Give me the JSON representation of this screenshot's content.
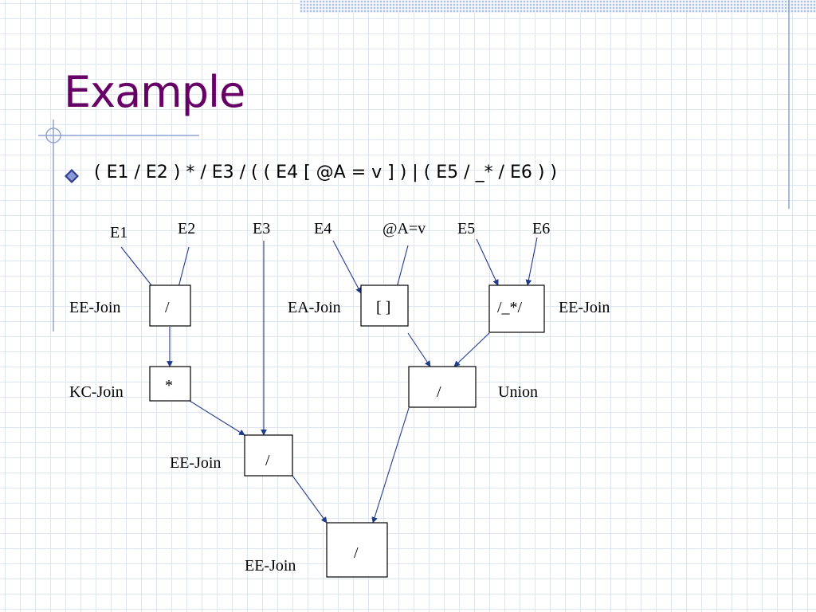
{
  "title": "Example",
  "bullet": "( E1 / E2 ) * / E3 / ( ( E4 [ @A = v ] ) | ( E5 / _* / E6 ) )",
  "diagram": {
    "inputs": {
      "e1": "E1",
      "e2": "E2",
      "e3": "E3",
      "e4": "E4",
      "attr": "@A=v",
      "e5": "E5",
      "e6": "E6"
    },
    "nodes": {
      "n1": "/",
      "n2": "*",
      "n3": "/",
      "n4": "[ ]",
      "n5": "/_*/",
      "n6": "/",
      "n7": "/"
    },
    "labels": {
      "n1": "EE-Join",
      "n2": "KC-Join",
      "n3": "EE-Join",
      "n4": "EA-Join",
      "n5": "EE-Join",
      "n6": "Union",
      "n7": "EE-Join"
    }
  }
}
